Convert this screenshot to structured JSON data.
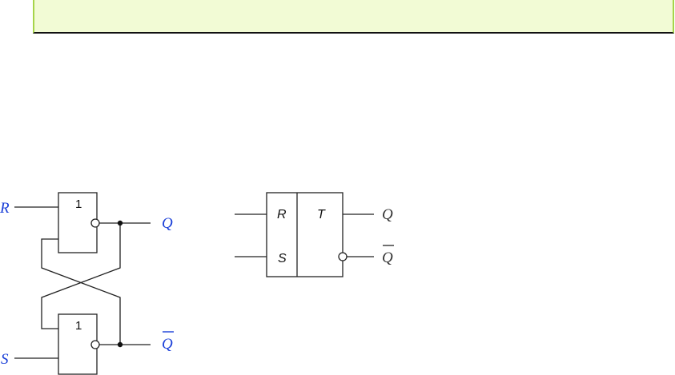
{
  "header": {
    "text": ""
  },
  "latch": {
    "gate_top_label": "1",
    "gate_bottom_label": "1",
    "input_r": "R",
    "input_s": "S",
    "output_q": "Q",
    "output_q_bar": "Q"
  },
  "symbol": {
    "pin_r": "R",
    "pin_s": "S",
    "pin_t": "T",
    "output_q": "Q",
    "output_q_bar": "Q"
  },
  "colors": {
    "signal_blue": "#1a3fd8",
    "header_fill": "#f2fbd5",
    "header_border": "#a6d44a"
  }
}
